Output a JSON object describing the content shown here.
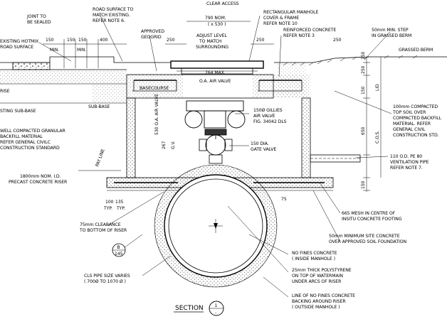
{
  "clear_access": "CLEAR ACCESS",
  "cover_width": "790 NOM.",
  "cover_width2": "( x 530 )",
  "manhole_cover_note": [
    "RECTANGULAR MANHOLE",
    "COVER & FRAME",
    "REFER NOTE 10"
  ],
  "adjust_note": [
    "ADJUST LEVEL",
    "TO MATCH",
    "SURROUNDING"
  ],
  "road_surface_note": [
    "ROAD SURFACE TO",
    "MATCH EXISTING.",
    "REFER NOTE 6."
  ],
  "joint_note": [
    "JOINT TO",
    "BE SEALED"
  ],
  "hotmix_note": [
    "EXISTING HOTMIX",
    "ROAD SURFACE"
  ],
  "geogrid_note": [
    "APPROVED",
    "GEOGRID"
  ],
  "reinforced_note": [
    "REINFORCED CONCRETE",
    "REFER NOTE 3"
  ],
  "step_note": [
    "50mm MIN. STEP",
    "IN GRASSED BERM"
  ],
  "grassed_berm": "GRASSED BERM",
  "dims_top": [
    "150",
    "150",
    "150",
    "400",
    "250",
    "250",
    "250"
  ],
  "min_labels": [
    "MIN.",
    "MIN."
  ],
  "oa_width": "764 MAX.",
  "oa_label": "O.A. AIR VALVE",
  "basecourse": "BASECOURSE",
  "sub_base_left": "STING SUB-BASE",
  "sub_base": "SUB-BASE",
  "rise_left": "RISE",
  "air_valve_note": [
    "150Ø GILLIES",
    "AIR VALVE",
    "FIG. 34042 DLS"
  ],
  "gate_valve_note": [
    "150 DIA.",
    "GATE VALVE"
  ],
  "vert_530": "530 O.A. AIR VALVE",
  "vert_267": "267",
  "vert_gv": "G.V.",
  "backfill_note": [
    "WELL COMPACTED GRANULAR",
    "BACKFILL MATERIAL",
    "REFER GENERAL CIVILC",
    "CONSTRUCTION STANDARD"
  ],
  "pay_line": "PAY LINE",
  "riser_note": [
    "1800mm NOM. I.D.",
    "PRECAST CONCRETE RISER"
  ],
  "topsoil_note": [
    "100mm COMPACTED",
    "TOP SOIL OVER",
    "COMPACTED BACKFILL",
    "MATERIAL. REFER",
    "GENERAL CIVIL",
    "CONSTRUCTION STD."
  ],
  "vent_note": [
    "110 O.D. PE 80",
    "VENTILATION PIPE",
    "REFER NOTE 7."
  ],
  "right_dims": [
    "150",
    "250",
    "150",
    "650",
    "150"
  ],
  "right_dim_labels": [
    "LID",
    "C.O.S."
  ],
  "bottom_dims": [
    "100",
    "135",
    "TYP.",
    "TYP."
  ],
  "clearance_note": [
    "75mm CLEARANCE",
    "TO BOTTOM OF RISER"
  ],
  "mesh_note": [
    "665 MESH IN CENTRE OF",
    "INSITU CONCRETE FOOTING"
  ],
  "site_concrete_note": [
    "50mm MINIMUM SITE CONCRETE",
    "OVER APPROVED SOIL FOUNDATION"
  ],
  "dim_75": "75",
  "section_b_top": "B",
  "section_b_bottom": "145",
  "no_fines_note": [
    "NO FINES CONCRETE",
    "( INSIDE MANHOLE )"
  ],
  "polystyrene_note": [
    "25mm THICK POLYSTYRENE",
    "ON TOP OF WATERMAIN",
    "UNDER ARCS OF RISER"
  ],
  "cls_pipe_note": [
    "CLS PIPE SIZE VARIES",
    "( 700Ø TO 1070 Ø )"
  ],
  "line_no_fines_note": [
    "LINE OF NO FINES CONCRETE",
    "BACKING AROUND RISER",
    "( OUTSIDE MANHOLE )"
  ],
  "section_title": "SECTION",
  "section_num_top": "1",
  "section_num_bottom": "-"
}
